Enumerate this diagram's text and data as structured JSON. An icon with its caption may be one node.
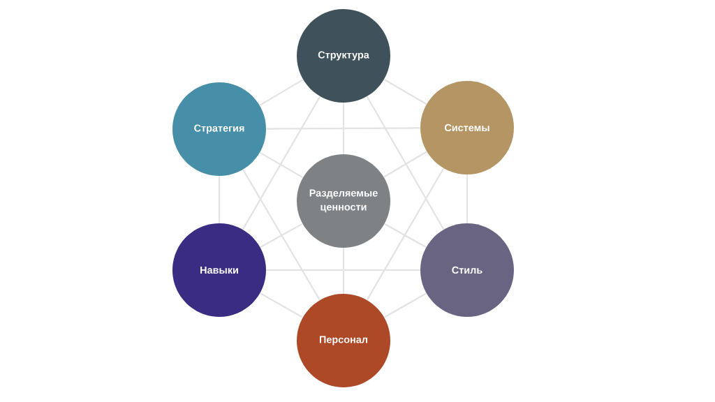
{
  "diagram": {
    "nodes": [
      {
        "text": [
          "Структура"
        ]
      },
      {
        "text": [
          "Стратегия"
        ]
      },
      {
        "text": [
          "Системы"
        ]
      },
      {
        "text": [
          "Разделяемые ценности"
        ]
      },
      {
        "text": [
          "Навыки"
        ]
      },
      {
        "text": [
          "Стиль"
        ]
      },
      {
        "text": [
          "Персонал"
        ]
      }
    ],
    "edges": [
      {
        "from": 0,
        "to": 2,
        "arrow": "none"
      },
      {
        "from": 2,
        "to": 5,
        "arrow": "none"
      },
      {
        "from": 5,
        "to": 6,
        "arrow": "none"
      },
      {
        "from": 6,
        "to": 4,
        "arrow": "none"
      },
      {
        "from": 4,
        "to": 1,
        "arrow": "none"
      },
      {
        "from": 1,
        "to": 0,
        "arrow": "none"
      },
      {
        "from": 3,
        "to": 0,
        "arrow": "none"
      },
      {
        "from": 3,
        "to": 1,
        "arrow": "none"
      },
      {
        "from": 3,
        "to": 2,
        "arrow": "none"
      },
      {
        "from": 3,
        "to": 4,
        "arrow": "none"
      },
      {
        "from": 3,
        "to": 5,
        "arrow": "none"
      },
      {
        "from": 3,
        "to": 6,
        "arrow": "none"
      },
      {
        "from": 1,
        "to": 2,
        "arrow": "none"
      },
      {
        "from": 4,
        "to": 5,
        "arrow": "none"
      },
      {
        "from": 0,
        "to": 4,
        "arrow": "none"
      },
      {
        "from": 0,
        "to": 5,
        "arrow": "none"
      },
      {
        "from": 1,
        "to": 6,
        "arrow": "none"
      },
      {
        "from": 2,
        "to": 6,
        "arrow": "none"
      }
    ]
  }
}
